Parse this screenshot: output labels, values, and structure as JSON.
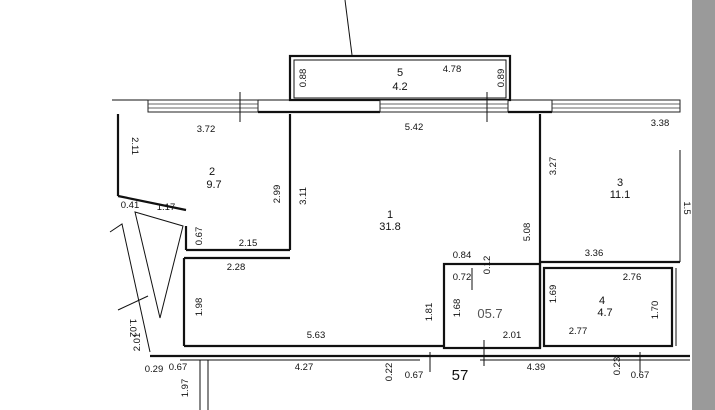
{
  "rooms": [
    {
      "num": "1",
      "area": "31.8"
    },
    {
      "num": "2",
      "area": "9.7"
    },
    {
      "num": "3",
      "area": "11.1"
    },
    {
      "num": "4",
      "area": "4.7"
    },
    {
      "num": "5",
      "area": "4.2"
    }
  ],
  "dims": {
    "balcony_left": "0.88",
    "balcony_top": "4.78",
    "balcony_right": "0.89",
    "room2_top": "3.72",
    "room1_top": "5.42",
    "room3_top": "3.38",
    "room2_left": "2.11",
    "room2_inner": "2.99",
    "room1_left": "3.11",
    "room3_left": "3.27",
    "room1_right": "5.08",
    "step_a": "0.41",
    "step_b": "1.17",
    "step_c": "0.67",
    "step_d": "2.15",
    "room1_low": "2.28",
    "room1_lowleft": "1.98",
    "room1_bottom": "5.63",
    "corr_right": "1.81",
    "closet_top": "0.84",
    "closet_inner": "0.72",
    "closet_side": "0.12",
    "closet_left": "1.68",
    "closet_bottom": "2.01",
    "room3_bottom": "3.36",
    "room4_top": "2.76",
    "room4_left": "1.69",
    "room4_right": "1.70",
    "room4_bottom": "2.77",
    "outer_a": "1.02",
    "outer_b": "2.01",
    "outer_c": "0.29",
    "outer_d": "0.67",
    "outer_e": "1.97",
    "outer_bottom1": "4.27",
    "outer_bottom2": "0.22",
    "outer_bottom3": "0.67",
    "outer_bottom4": "4.39",
    "outer_bottom5": "0.23",
    "outer_bottom6": "0.67",
    "right_edge": "1.5"
  },
  "labels": {
    "apartment_no": "57",
    "stamp": "05.7"
  },
  "colors": {
    "line": "#111111",
    "side_bar": "#9a9a9a"
  }
}
